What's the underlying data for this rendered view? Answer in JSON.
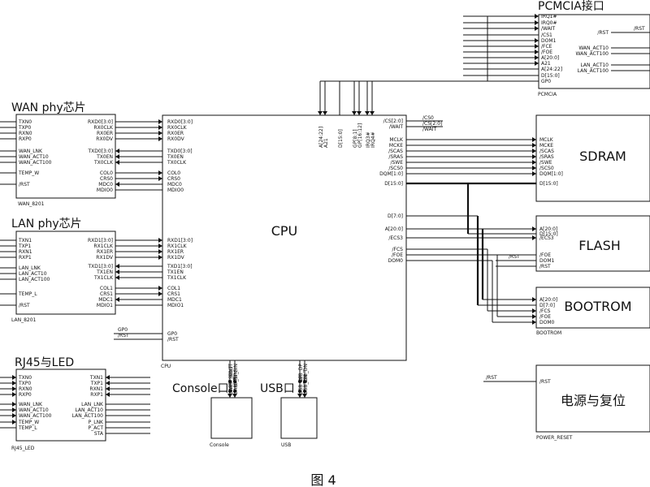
{
  "figure_caption": "图 4",
  "blocks": {
    "cpu": {
      "title": "CPU",
      "caption": "CPU"
    },
    "wan_phy": {
      "title": "WAN phy芯片",
      "caption": "WAN_8201"
    },
    "lan_phy": {
      "title": "LAN phy芯片",
      "caption": "LAN_8201"
    },
    "rj45": {
      "title": "RJ45与LED",
      "caption": "RJ45_LED"
    },
    "pcmcia": {
      "title": "PCMCIA接口",
      "caption": "PCMCIA"
    },
    "sdram": {
      "title": "SDRAM"
    },
    "flash": {
      "title": "FLASH"
    },
    "bootrom": {
      "title": "BOOTROM",
      "caption": "BOOTROM"
    },
    "power": {
      "title": "电源与复位",
      "caption": "POWER_RESET"
    },
    "console": {
      "title": "Console口",
      "caption": "Console"
    },
    "usb": {
      "title": "USB口",
      "caption": "USB"
    }
  },
  "pins": {
    "wan_left": [
      "TXN0",
      "TXP0",
      "RXN0",
      "RXP0",
      "WAN_LNK",
      "WAN_ACT10",
      "WAN_ACT100",
      "TEMP_W",
      "/RST"
    ],
    "wan_right": [
      "RXD0[3:0]",
      "RX0CLK",
      "RX0ER",
      "RX0DV",
      "TXD0[3:0]",
      "TX0EN",
      "TX0CLK",
      "COL0",
      "CRS0",
      "MDC0",
      "MDIO0"
    ],
    "lan_left": [
      "TXN1",
      "TXP1",
      "RXN1",
      "RXP1",
      "LAN_LNK",
      "LAN_ACT10",
      "LAN_ACT100",
      "TEMP_L",
      "/RST"
    ],
    "lan_right": [
      "RXD1[3:0]",
      "RX1CLK",
      "RX1ER",
      "RX1DV",
      "TXD1[3:0]",
      "TX1EN",
      "TX1CLK",
      "COL1",
      "CRS1",
      "MDC1",
      "MDIO1"
    ],
    "cpu_wan": [
      "RXD0[3:0]",
      "RX0CLK",
      "RX0ER",
      "RX0DV",
      "TXD0[3:0]",
      "TX0EN",
      "TX0CLK",
      "COL0",
      "CRS0",
      "MDC0",
      "MDIO0"
    ],
    "cpu_lan": [
      "RXD1[3:0]",
      "RX1CLK",
      "RX1ER",
      "RX1DV",
      "TXD1[3:0]",
      "TX1EN",
      "TX1CLK",
      "COL1",
      "CRS1",
      "MDC1",
      "MDIO1"
    ],
    "cpu_misc": [
      "GP0",
      "/RST"
    ],
    "cpu_top": [
      "A[24:22]",
      "A21",
      "D[15:0]",
      "GP[8:1]",
      "GP[16:12]",
      "IRQ3#",
      "IRQ4#"
    ],
    "cpu_right_top": [
      "/CS[2:0]",
      "/WAIT"
    ],
    "cpu_sdram": [
      "MCLK",
      "MCKE",
      "/SCAS",
      "/SRAS",
      "/SWE",
      "/SCS0",
      "DQM[1:0]",
      "D[15:0]"
    ],
    "cpu_flash": [
      "D[7:0]",
      "A[20:0]",
      "/ECS3",
      "/FCS",
      "/FOE",
      "DOM0"
    ],
    "cpu_bottom": [
      "UART_SOUT",
      "UART_SIN",
      "USB_DP",
      "USB_DN"
    ],
    "pcmcia_left": [
      "IRQ1#",
      "IRQ0#",
      "/WAIT",
      "/CS1",
      "DOM1",
      "/FCE",
      "/FOE",
      "A[20:0]",
      "A21",
      "A[24:22]",
      "D[15:0]",
      "GP0"
    ],
    "pcmcia_right": [
      "/RST",
      "WAN_ACT10",
      "WAN_ACT100",
      "LAN_ACT10",
      "LAN_ACT100"
    ],
    "sdram_left": [
      "MCLK",
      "MCKE",
      "/SCAS",
      "/SRAS",
      "/SWE",
      "/SCS0",
      "DQM[1:0]",
      "D[15:0]"
    ],
    "flash_left": [
      "A[20:0]",
      "D[15:0]",
      "/ECS3",
      "/FOE",
      "DOM1",
      "/RST"
    ],
    "bootrom_left": [
      "A[20:0]",
      "D[7:0]",
      "/FCS",
      "/FOE",
      "DOM0"
    ],
    "power_left": [
      "/RST"
    ],
    "rj45_left": [
      "TXN0",
      "TXP0",
      "RXN0",
      "RXP0",
      "WAN_LNK",
      "WAN_ACT10",
      "WAN_ACT100",
      "TEMP_W",
      "TEMP_L"
    ],
    "rj45_right": [
      "TXN1",
      "TXP1",
      "RXN1",
      "RXP1",
      "LAN_LNK",
      "LAN_ACT10",
      "LAN_ACT100",
      "P_LNK",
      "P_ACT",
      "STA"
    ],
    "console_top": [
      "UART_SOUT",
      "UART_SIN"
    ],
    "usb_top": [
      "USB_DP",
      "USB_DN"
    ]
  },
  "nets": {
    "cs": [
      "/CS0",
      "/CS[2:0]",
      "/WAIT"
    ],
    "rst": "/RST",
    "gp0": "GP0"
  }
}
